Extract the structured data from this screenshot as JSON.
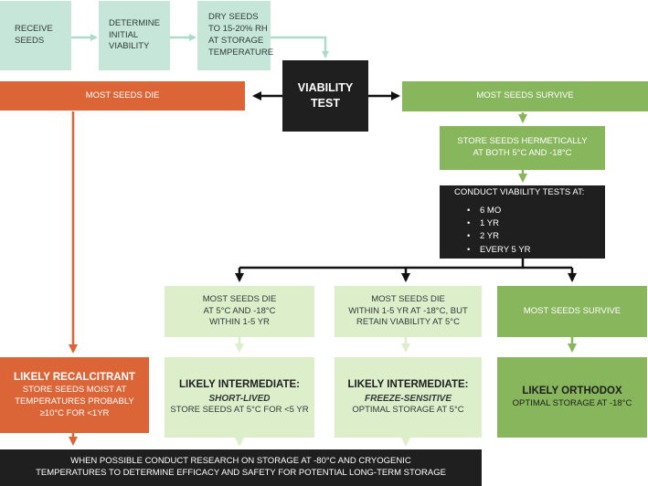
{
  "steps": {
    "receive": [
      "RECEIVE",
      "SEEDS"
    ],
    "determine": [
      "DETERMINE",
      "INITIAL",
      "VIABILITY"
    ],
    "dry": [
      "DRY SEEDS",
      "TO 15-20% RH",
      "AT STORAGE",
      "TEMPERATURE"
    ]
  },
  "viability_test": [
    "VIABILITY",
    "TEST"
  ],
  "branches": {
    "left": "MOST SEEDS DIE",
    "right": "MOST SEEDS SURVIVE"
  },
  "store_hermetic": [
    "STORE SEEDS HERMETICALLY",
    "AT BOTH 5°C AND -18°C"
  ],
  "conduct": {
    "title": "CONDUCT VIABILITY TESTS AT:",
    "items": [
      "6 MO",
      "1 YR",
      "2 YR",
      "EVERY 5 YR"
    ]
  },
  "outcomes": [
    [
      "MOST SEEDS DIE",
      "AT 5°C AND -18°C",
      "WITHIN 1-5 YR"
    ],
    [
      "MOST SEEDS DIE",
      "WITHIN 1-5 YR AT -18°C, BUT",
      "RETAIN VIABILITY AT 5°C"
    ],
    [
      "MOST SEEDS SURVIVE"
    ]
  ],
  "results": {
    "recalcitrant": {
      "title": "LIKELY RECALCITRANT",
      "lines": [
        "STORE SEEDS MOIST AT",
        "TEMPERATURES PROBABLY",
        "≥10°C FOR  <1YR"
      ]
    },
    "short_lived": {
      "title": "LIKELY INTERMEDIATE:",
      "subtitle": "SHORT-LIVED",
      "line": "STORE SEEDS AT 5°C FOR <5 YR"
    },
    "freeze_sensitive": {
      "title": "LIKELY INTERMEDIATE:",
      "subtitle": "FREEZE-SENSITIVE",
      "line": "OPTIMAL STORAGE AT 5°C"
    },
    "orthodox": {
      "title": "LIKELY ORTHODOX",
      "line": "OPTIMAL STORAGE AT -18°C"
    }
  },
  "footer": [
    "WHEN POSSIBLE CONDUCT RESEARCH ON STORAGE AT -80°C AND CRYOGENIC",
    "TEMPERATURES TO DETERMINE EFFICACY AND SAFETY FOR POTENTIAL LONG-TERM STORAGE"
  ],
  "colors": {
    "mint": "#c6e6da",
    "mint_line": "#a9dccb",
    "orange": "#dc6538",
    "green": "#88b65c",
    "pale_green": "#ddeecb",
    "black": "#1f1f1f"
  }
}
